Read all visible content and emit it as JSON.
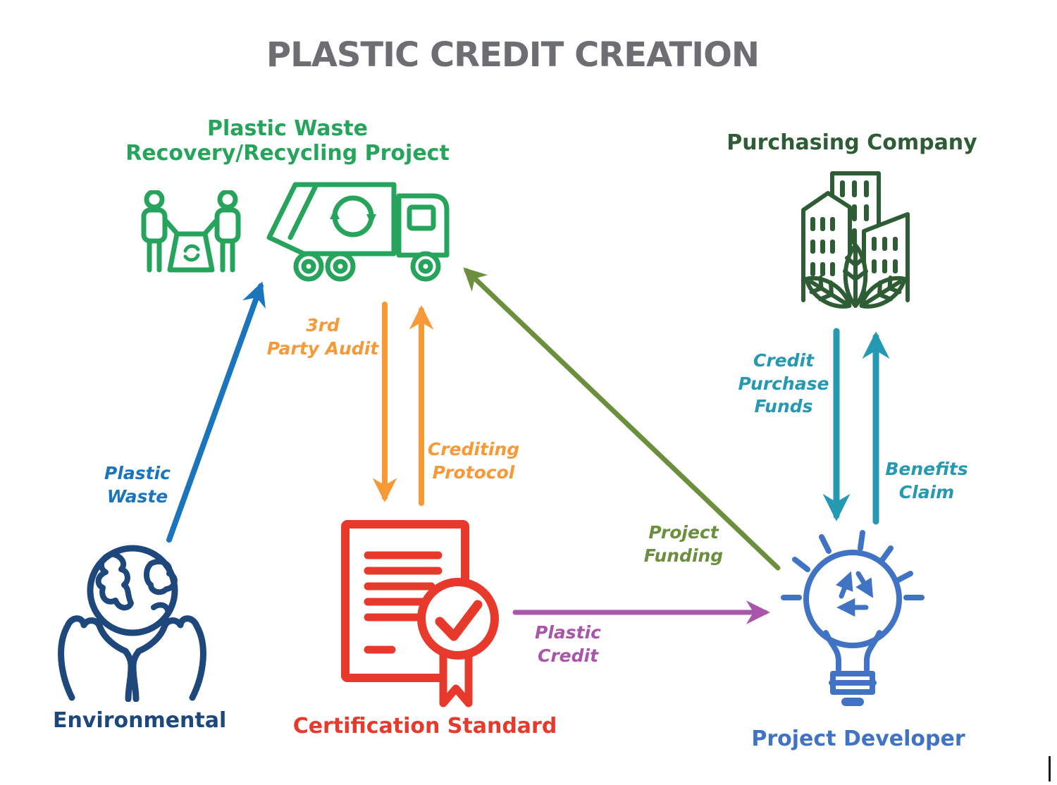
{
  "title": "PLASTIC CREDIT CREATION",
  "nodes": {
    "recovery_project": {
      "label": "Plastic Waste\nRecovery/Recycling Project"
    },
    "purchasing_company": {
      "label": "Purchasing Company"
    },
    "environmental": {
      "label": "Environmental"
    },
    "certification_standard": {
      "label": "Certification Standard"
    },
    "project_developer": {
      "label": "Project Developer"
    }
  },
  "flows": {
    "plastic_waste": {
      "label": "Plastic\nWaste"
    },
    "third_party_audit": {
      "label": "3rd\nParty Audit"
    },
    "crediting_protocol": {
      "label": "Crediting\nProtocol"
    },
    "project_funding": {
      "label": "Project\nFunding"
    },
    "plastic_credit": {
      "label": "Plastic\nCredit"
    },
    "credit_purchase_funds": {
      "label": "Credit\nPurchase\nFunds"
    },
    "benefits_claim": {
      "label": "Benefits\nClaim"
    }
  },
  "colors": {
    "title_gray": "#6D6E71",
    "project_green": "#27A45C",
    "company_green": "#2D5C35",
    "environment_navy": "#1E477B",
    "certification_red": "#E8392D",
    "developer_blue": "#4173C4",
    "waste_blue": "#1B75BC",
    "audit_orange": "#F89938",
    "funding_olive": "#6B8F3D",
    "credit_purple": "#A855AA",
    "purchase_teal": "#2598B2"
  }
}
